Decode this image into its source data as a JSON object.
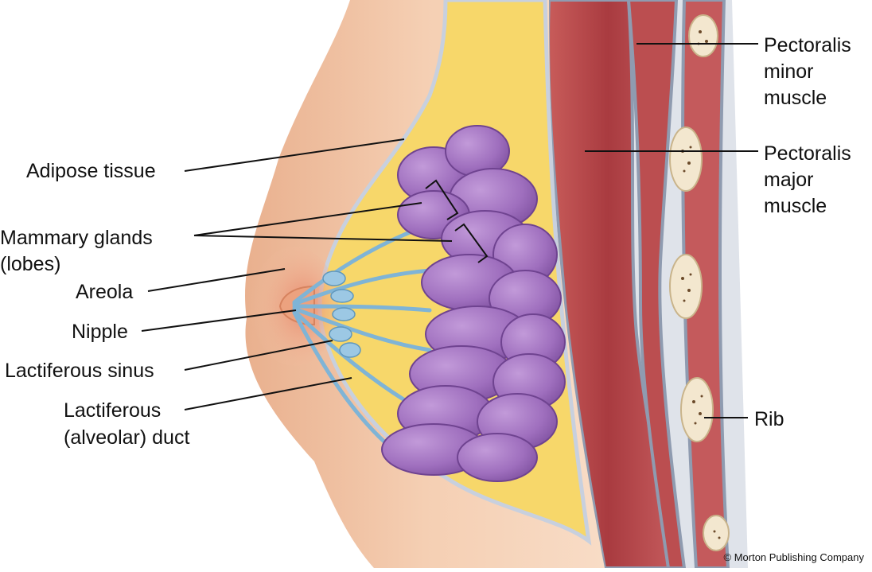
{
  "labels": {
    "adipose_tissue": "Adipose tissue",
    "mammary_glands_line1": "Mammary glands",
    "mammary_glands_line2": "(lobes)",
    "areola": "Areola",
    "nipple": "Nipple",
    "lactiferous_sinus": "Lactiferous sinus",
    "lactiferous_duct_line1": "Lactiferous",
    "lactiferous_duct_line2": "(alveolar) duct",
    "pectoralis_minor_line1": "Pectoralis",
    "pectoralis_minor_line2": "minor",
    "pectoralis_minor_line3": "muscle",
    "pectoralis_major_line1": "Pectoralis",
    "pectoralis_major_line2": "major",
    "pectoralis_major_line3": "muscle",
    "rib": "Rib"
  },
  "copyright": "© Morton Publishing Company",
  "colors": {
    "skin": "#f3c9aa",
    "skin_edge": "#e7b291",
    "fat": "#f7d76a",
    "lobe": "#a678c4",
    "lobe_dark": "#7d4e9e",
    "duct": "#7fb4d6",
    "muscle": "#b5464a",
    "bone": "#f3e7cf",
    "leader": "#111111"
  }
}
